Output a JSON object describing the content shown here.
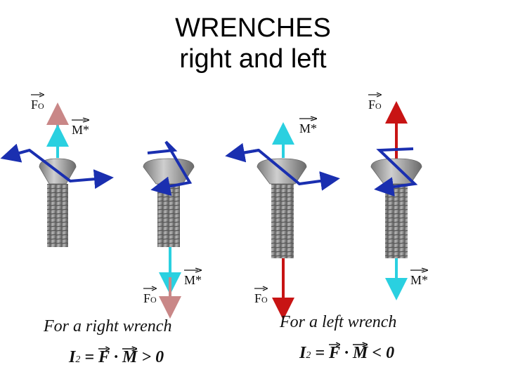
{
  "title": {
    "line1": "WRENCHES",
    "line2": "right and left"
  },
  "labels": {
    "force": "F",
    "force_sub": "O",
    "moment": "M"
  },
  "captions": {
    "right": "For  a  right  wrench",
    "left": "For  a  left  wrench"
  },
  "formulas": {
    "right": {
      "lhs": "I",
      "lhs_sub": "2",
      "eq": "=",
      "f": "F",
      "dot": "·",
      "m": "M",
      "rel": ">",
      "rhs": "0"
    },
    "left": {
      "lhs": "I",
      "lhs_sub": "2",
      "eq": "=",
      "f": "F",
      "dot": "·",
      "m": "M",
      "rel": "<",
      "rhs": "0"
    }
  },
  "colors": {
    "force_pale": "#c98787",
    "force_strong": "#c81414",
    "moment": "#2ad0e0",
    "twist": "#1a2fb0",
    "bolt": "#8a8a8a"
  }
}
